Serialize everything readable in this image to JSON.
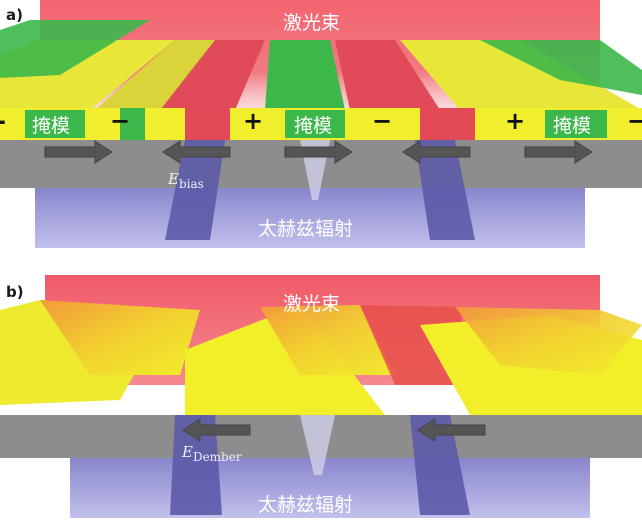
{
  "panel_a": {
    "tag": "a)",
    "laser_label": "激光束",
    "mask_labels": [
      "掩模",
      "掩模",
      "掩模"
    ],
    "signs": [
      "-",
      "−",
      "+",
      "−",
      "+",
      "−"
    ],
    "field_symbol": "E",
    "field_sub": "bias",
    "thz_label": "太赫兹辐射"
  },
  "panel_b": {
    "tag": "b)",
    "laser_label": "激光束",
    "field_symbol": "E",
    "field_sub": "Dember",
    "thz_label": "太赫兹辐射"
  },
  "colors": {
    "laser": "#ee5060",
    "mask_yellow": "#f2ee2a",
    "electrode_green": "#3cb84a",
    "substrate": "#8c8c8c",
    "thz": "#9a98d8"
  }
}
